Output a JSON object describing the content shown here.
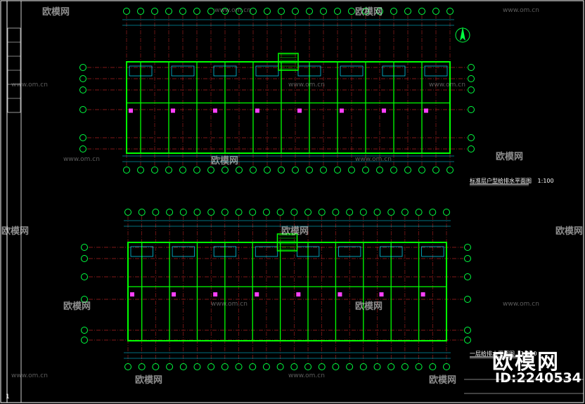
{
  "watermark": {
    "brand": "欧模网",
    "url": "www.om.cn",
    "logo": "欧模网",
    "id_label": "ID:2240534"
  },
  "drawings": {
    "upper_title": "标准层户型给排水平面图",
    "upper_scale": "1:100",
    "lower_title": "一层给排水平面图",
    "lower_scale": "1:100"
  },
  "page_number": "1",
  "colors": {
    "background": "#000000",
    "wall": "#00ff00",
    "axis": "#ff3030",
    "dimension": "#00e0ff",
    "grid_bubble": "#00ff40",
    "pipe": "#ff40ff",
    "text": "#ffffff"
  }
}
